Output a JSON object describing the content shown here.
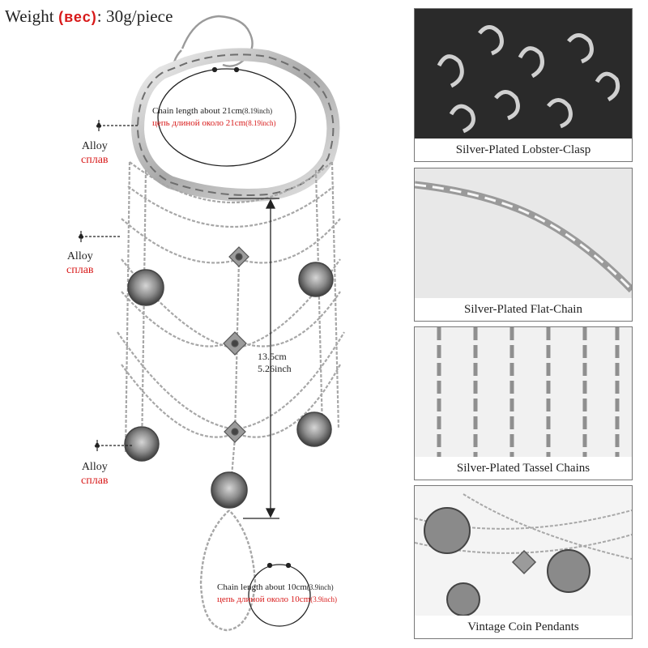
{
  "header": {
    "weight_label": "Weight ",
    "weight_label_ru": "(вес)",
    "weight_value": ": 30g/piece"
  },
  "annotations": {
    "alloy": [
      {
        "en": "Alloy",
        "ru": "сплав"
      },
      {
        "en": "Alloy",
        "ru": "сплав"
      },
      {
        "en": "Alloy",
        "ru": "сплав"
      }
    ],
    "top_chain": {
      "en": "Chain length about 21cm",
      "en_inch": "(8.19inch)",
      "ru": "цепь длиной около 21cm",
      "ru_inch": "(8.19inch)"
    },
    "bottom_chain": {
      "en": "Chain length about 10cm",
      "en_inch": "(3.9inch)",
      "ru": "цепь длиной около 10cm",
      "ru_inch": "(3.9inch)"
    },
    "length": {
      "cm": "13.5cm",
      "inch": "5.26inch"
    }
  },
  "panels": [
    {
      "caption": "Silver-Plated Lobster-Clasp",
      "icon": "lobster-clasp-photo"
    },
    {
      "caption": "Silver-Plated Flat-Chain",
      "icon": "flat-chain-photo"
    },
    {
      "caption": "Silver-Plated Tassel Chains",
      "icon": "tassel-chain-photo"
    },
    {
      "caption": "Vintage Coin Pendants",
      "icon": "coin-pendant-photo"
    }
  ],
  "colors": {
    "accent_red": "#d81a1a",
    "silver": "#b9b9b9",
    "panel_dark": "#2a2a2a",
    "panel_light": "#eeeeee"
  }
}
